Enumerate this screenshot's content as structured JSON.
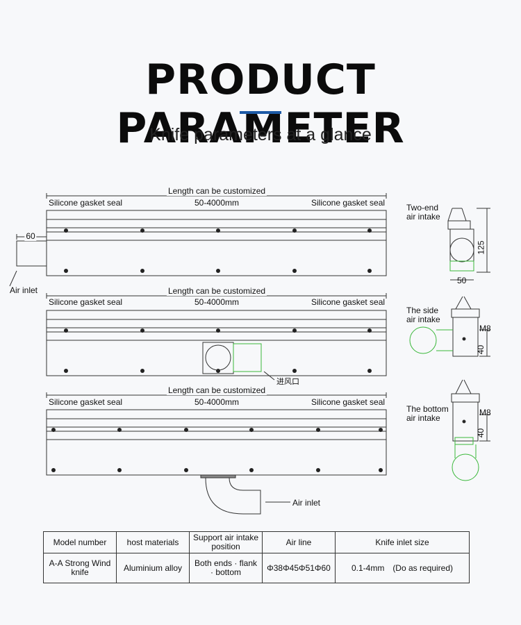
{
  "header": {
    "title": "PRODUCT PARAMETER",
    "subtitle": "Knife parameters at a glance"
  },
  "drawings": [
    {
      "length_note": "Length can be customized",
      "length_value": "50-4000mm",
      "seal_left": "Silicone gasket seal",
      "seal_right": "Silicone gasket seal",
      "inlet_dim": "60",
      "inlet_label": "Air inlet",
      "side_label": "Two-end\nair intake",
      "dim_height": "125",
      "dim_width": "50"
    },
    {
      "length_note": "Length can be customized",
      "length_value": "50-4000mm",
      "seal_left": "Silicone gasket seal",
      "seal_right": "Silicone gasket seal",
      "inlet_label": "进风口",
      "side_label": "The side\nair intake",
      "dim_thread": "M8",
      "dim_height": "40"
    },
    {
      "length_note": "Length can be customized",
      "length_value": "50-4000mm",
      "seal_left": "Silicone gasket seal",
      "seal_right": "Silicone gasket seal",
      "inlet_label": "Air inlet",
      "side_label": "The bottom\nair intake",
      "dim_thread": "M8",
      "dim_height": "40"
    }
  ],
  "table": {
    "headers": [
      "Model number",
      "host materials",
      "Support air intake position",
      "Air line",
      "Knife inlet size"
    ],
    "rows": [
      [
        "A-A Strong Wind knife",
        "Aluminium alloy",
        "Both ends · flank · bottom",
        "Φ38Φ45Φ51Φ60",
        "0.1-4mm　(Do as required)"
      ]
    ]
  }
}
